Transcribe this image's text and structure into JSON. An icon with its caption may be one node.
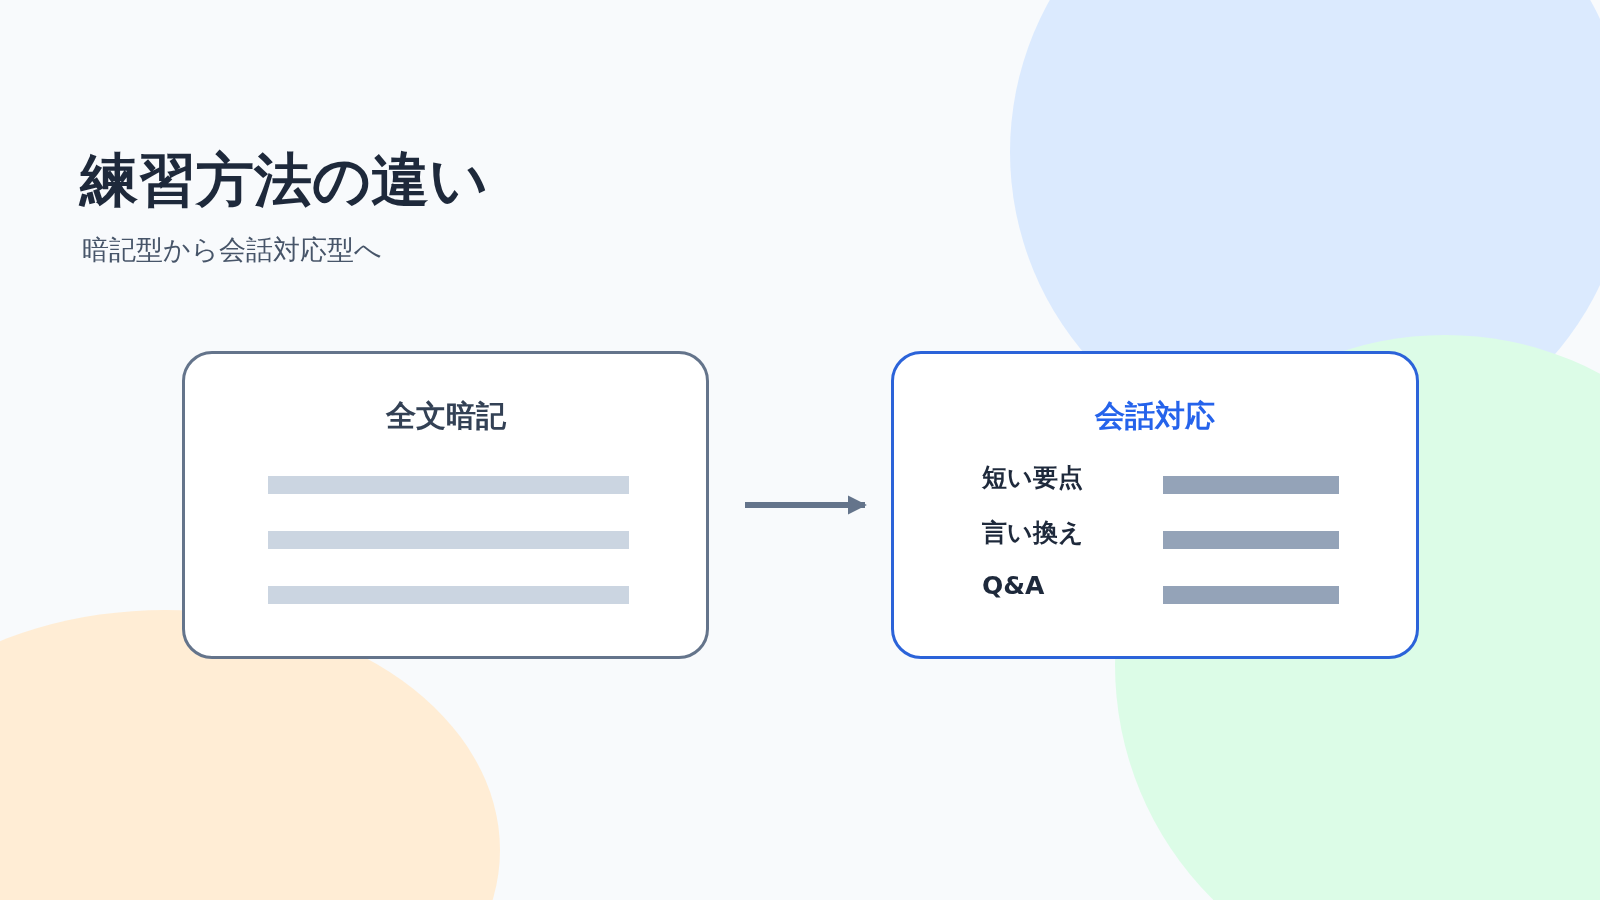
{
  "diagram": {
    "title": "練習方法の違い",
    "nodes": [
      {
        "text": [
          "全文暗記"
        ]
      },
      {
        "text": [
          "会話対応",
          "短い要点",
          "言い換え",
          "Q&A"
        ]
      }
    ],
    "edges": [
      {
        "from": 0,
        "to": 1,
        "arrow": "to"
      }
    ],
    "labels": [
      "暗記型から会話対応型へ"
    ]
  }
}
